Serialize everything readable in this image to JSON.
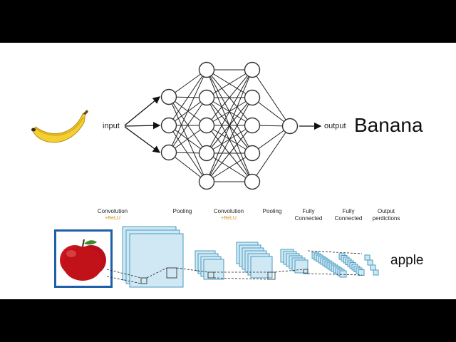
{
  "nn": {
    "input_label": "input",
    "output_label": "output",
    "prediction": "Banana"
  },
  "cnn": {
    "stages": [
      {
        "title": "Convolution",
        "sub": "+ReLU"
      },
      {
        "title": "Pooling",
        "sub": ""
      },
      {
        "title": "Convolution",
        "sub": "+ReLU"
      },
      {
        "title": "Pooling",
        "sub": ""
      },
      {
        "title": "Fully",
        "sub2": "Connected"
      },
      {
        "title": "Fully",
        "sub2": "Connected"
      },
      {
        "title": "Output",
        "sub2": "perdictions"
      }
    ],
    "prediction": "apple"
  },
  "colors": {
    "letterbox": "#000000",
    "node_stroke": "#333333",
    "cube_fill": "#cfe8f3",
    "cube_stroke": "#4a9cc0",
    "relu": "#d08a1c",
    "apple_frame": "#1e5fa8"
  }
}
